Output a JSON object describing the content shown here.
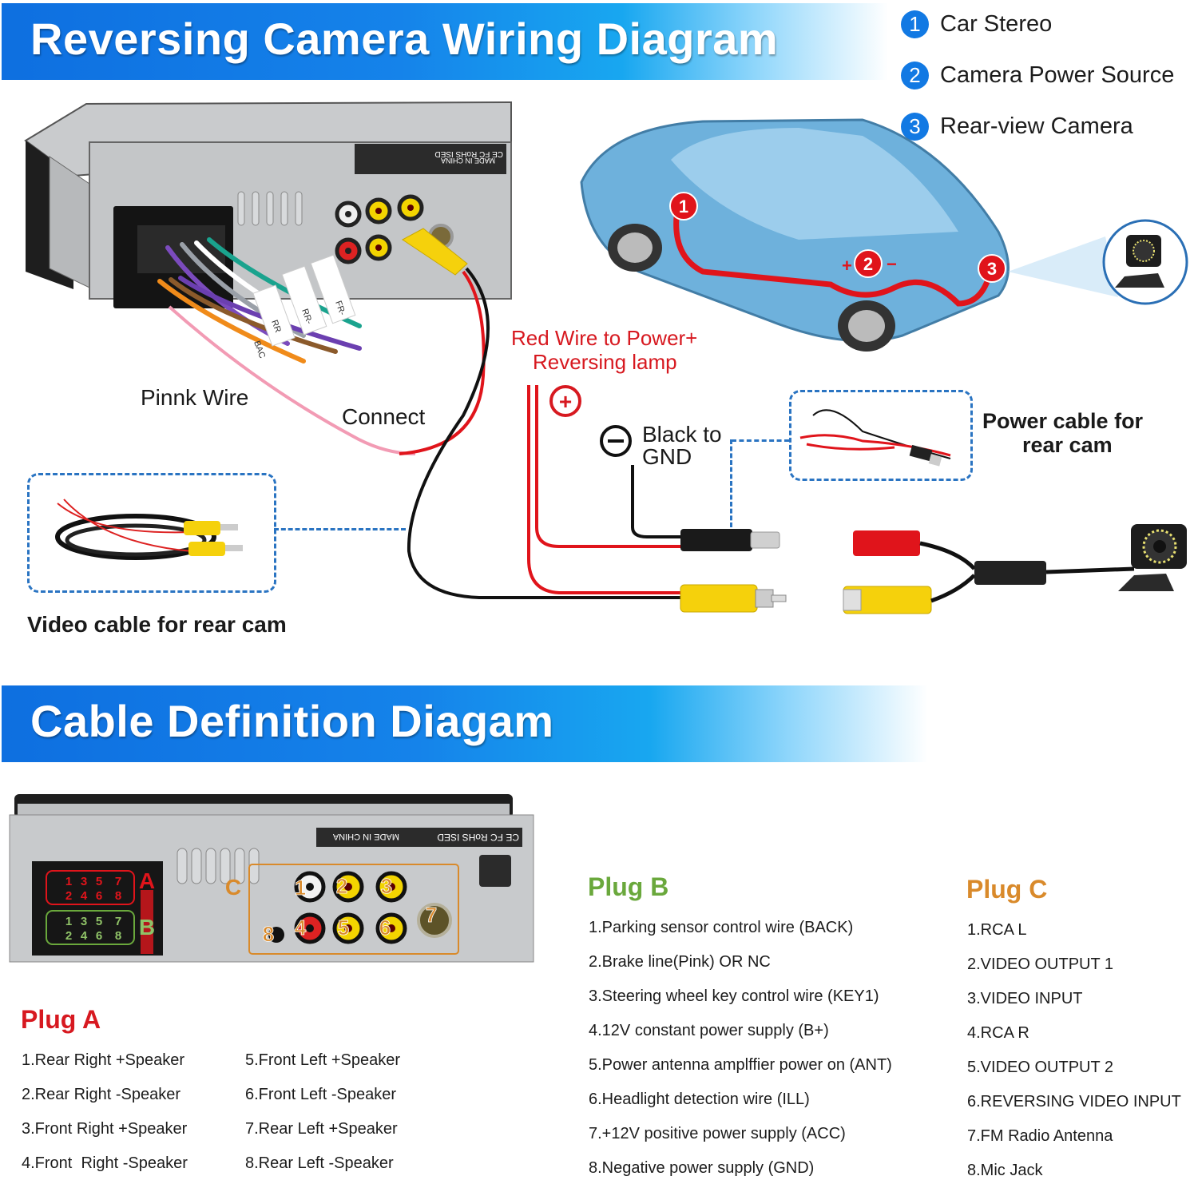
{
  "section1": {
    "title": "Reversing Camera Wiring Diagram",
    "legend": [
      {
        "number": "1",
        "label": "Car Stereo"
      },
      {
        "number": "2",
        "label": "Camera Power Source"
      },
      {
        "number": "3",
        "label": "Rear-view Camera"
      }
    ],
    "car_markers": [
      "1",
      "2",
      "3"
    ],
    "car_polarity": {
      "plus": "+",
      "minus": "−"
    },
    "stereo_rear": {
      "sticker_text": "MADE IN CHINA",
      "cert_text": "CE FC RoHS ISED",
      "wire_labels": [
        "FR-",
        "RR-",
        "RR",
        "BAC"
      ]
    },
    "annotations": {
      "pink_wire": "Pinnk Wire",
      "connect": "Connect",
      "red_wire_line1": "Red Wire to Power+",
      "red_wire_line2": "Reversing lamp",
      "plus_symbol": "+",
      "minus_symbol": "−",
      "black_line1": "Black to",
      "black_line2": "GND",
      "power_cable_line1": "Power cable for",
      "power_cable_line2": "rear cam",
      "video_cable": "Video cable for rear cam"
    }
  },
  "section2": {
    "title": "Cable Definition Diagam",
    "panel": {
      "sticker_text": "MADE IN CHINA",
      "cert_text": "CE FC RoHS ISED",
      "plug_a_label": "A",
      "plug_b_label": "B",
      "plug_c_label": "C",
      "pin_rows_top": [
        "1",
        "3",
        "5",
        "7"
      ],
      "pin_rows_bottom": [
        "2",
        "4",
        "6",
        "8"
      ],
      "rca_numbers": [
        "1",
        "2",
        "3",
        "4",
        "5",
        "6",
        "7",
        "8"
      ]
    },
    "plug_a": {
      "title": "Plug A",
      "color": "#d71920",
      "items": [
        "1.Rear Right +Speaker",
        "2.Rear Right -Speaker",
        "3.Front Right +Speaker",
        "4.Front  Right -Speaker",
        "5.Front Left +Speaker",
        "6.Front Left -Speaker",
        "7.Rear Left +Speaker",
        "8.Rear Left -Speaker"
      ]
    },
    "plug_b": {
      "title": "Plug B",
      "color": "#6aa83c",
      "items": [
        "1.Parking sensor control wire (BACK)",
        "2.Brake line(Pink) OR NC",
        "3.Steering wheel key control wire (KEY1)",
        "4.12V constant power supply (B+)",
        "5.Power antenna amplffier power on (ANT)",
        "6.Headlight detection wire (ILL)",
        "7.+12V positive power supply (ACC)",
        "8.Negative power supply (GND)"
      ]
    },
    "plug_c": {
      "title": "Plug C",
      "color": "#d98a2b",
      "items": [
        "1.RCA L",
        "2.VIDEO OUTPUT 1",
        "3.VIDEO INPUT",
        "4.RCA R",
        "5.VIDEO OUTPUT 2",
        "6.REVERSING VIDEO INPUT",
        "7.FM Radio Antenna",
        "8.Mic Jack"
      ]
    }
  },
  "colors": {
    "banner_blue": "#0e6fe0",
    "legend_blue": "#1279e3",
    "wire_red": "#e0141b",
    "dash_blue": "#2a74c2",
    "rca_yellow": "#f5d10c"
  }
}
